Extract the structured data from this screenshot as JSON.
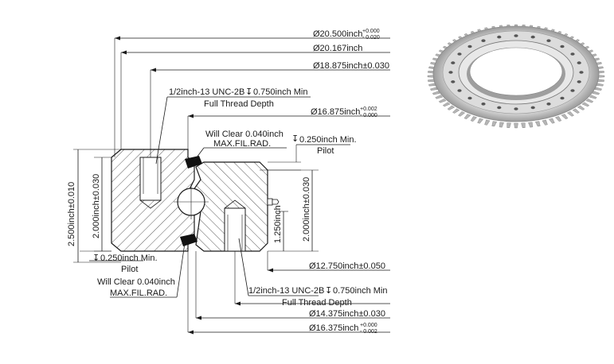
{
  "dimensions": {
    "od_outer": {
      "value": "Ø20.500inch",
      "tol_upper": "+0.000",
      "tol_lower": "- 0.020"
    },
    "pitch_outer": {
      "value": "Ø20.167inch"
    },
    "bolt_circle_outer": {
      "value": "Ø18.875inch±0.030"
    },
    "outer_thread_note": {
      "line1": "1/2inch-13 UNC-2B",
      "depth": "0.750inch Min",
      "line2": "Full Thread Depth"
    },
    "id_outer_ring": {
      "value": "Ø16.875inch",
      "tol_upper": "+0.002",
      "tol_lower": "- 0.000"
    },
    "upper_clear": {
      "line1": "Will Clear 0.040inch",
      "line2": "MAX.FIL.RAD."
    },
    "upper_pilot": {
      "value": "0.250inch Min.",
      "label": "Pilot"
    },
    "overall_height": {
      "value": "2.500inch±0.010"
    },
    "outer_ring_height": {
      "value": "2.000inch±0.030"
    },
    "inner_ring_height": {
      "value": "2.000inch±0.030"
    },
    "inner_half_height": {
      "value": "1.250inch"
    },
    "lower_pilot": {
      "value": "0.250inch Min.",
      "label": "Pilot"
    },
    "lower_clear": {
      "line1": "Will Clear 0.040inch",
      "line2": "MAX.FIL.RAD."
    },
    "od_inner_ring": {
      "value": "Ø12.750inch±0.050"
    },
    "inner_thread_note": {
      "line1": "1/2inch-13 UNC-2B",
      "depth": "0.750inch Min",
      "line2": "Full Thread Depth"
    },
    "bolt_circle_inner": {
      "value": "Ø14.375inch±0.030"
    },
    "id_inner_ring": {
      "value": "Ø16.375inch",
      "tol_upper": "+0.000",
      "tol_lower": "- 0.002"
    }
  },
  "colors": {
    "line": "#1a1a1a",
    "hatch": "#333333",
    "seal": "#111111",
    "gear": "#c8c8c8"
  }
}
